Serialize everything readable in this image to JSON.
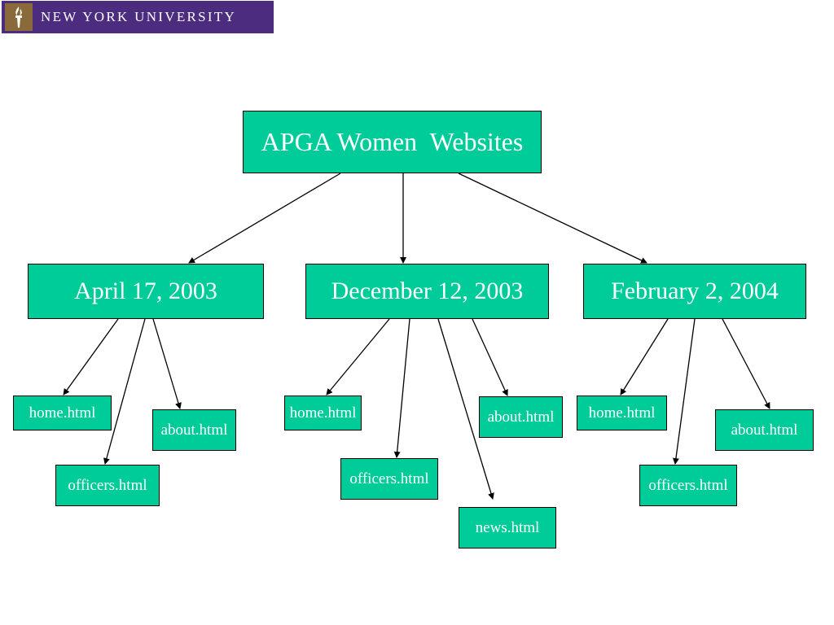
{
  "logo": {
    "text": "NEW YORK UNIVERSITY",
    "icon": "torch-icon"
  },
  "colors": {
    "node_fill": "#00cc99",
    "logo_bg": "#4b2c7f",
    "line": "#000000"
  },
  "root": {
    "label": "APGA Women  Websites"
  },
  "snapshots": [
    {
      "date": "April 17, 2003",
      "pages": [
        "home.html",
        "officers.html",
        "about.html"
      ]
    },
    {
      "date": "December 12, 2003",
      "pages": [
        "home.html",
        "officers.html",
        "news.html",
        "about.html"
      ]
    },
    {
      "date": "February 2, 2004",
      "pages": [
        "home.html",
        "officers.html",
        "about.html"
      ]
    }
  ]
}
